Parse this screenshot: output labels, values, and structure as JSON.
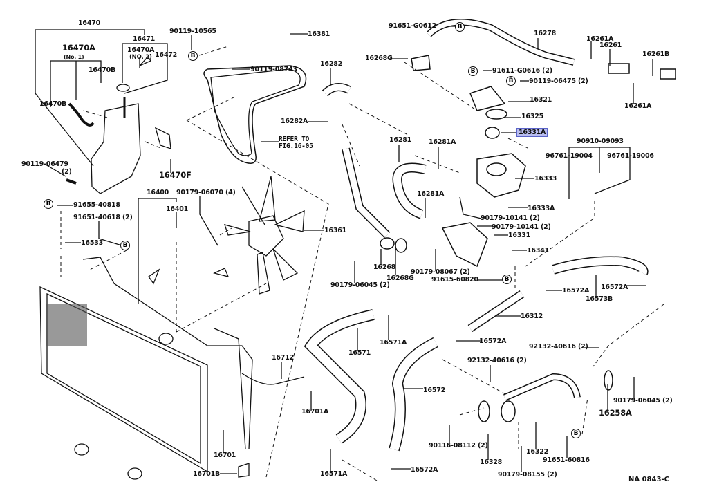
{
  "labels": [
    "16470",
    "16471",
    "16470A",
    "(No. 1)",
    "16470A",
    "(NO. 2)",
    "16472",
    "16470B",
    "16470B",
    "90119-06479",
    "(2)",
    "16470F",
    "90119-10565",
    "16381",
    "90119-08743",
    "REFER TO",
    "FIG.16-05",
    "16282",
    "16282A",
    "16400",
    "90179-06070 (4)",
    "16401",
    "91655-40818",
    "91651-40618 (2)",
    "16533",
    "16361",
    "91651-G0612",
    "16278",
    "16268G",
    "91611-G0616 (2)",
    "90119-06475 (2)",
    "16321",
    "16325",
    "16331A",
    "16261A",
    "16261",
    "16261B",
    "16261A",
    "90910-09093",
    "96761-19004",
    "96761-19006",
    "16281",
    "16281A",
    "16333",
    "16281A",
    "16333A",
    "90179-10141 (2)",
    "90179-10141 (2)",
    "16331",
    "16341",
    "16268",
    "16268G",
    "90179-08067 (2)",
    "91615-60820",
    "90179-06045 (2)",
    "16572A",
    "16573B",
    "16572A",
    "16312",
    "16571A",
    "16571",
    "16572A",
    "92132-40616 (2)",
    "92132-40616 (2)",
    "16572",
    "16712",
    "16701A",
    "90179-06045 (2)",
    "16258A",
    "16322",
    "90116-08112 (2)",
    "16328",
    "91651-60816",
    "90179-08155 (2)",
    "16701",
    "16701B",
    "16571A",
    "16572A"
  ],
  "bolt_marker": "B",
  "highlighted_part": "16331A",
  "highlight_color": "#b9bdf0",
  "figure_code": "NA 0843-C"
}
